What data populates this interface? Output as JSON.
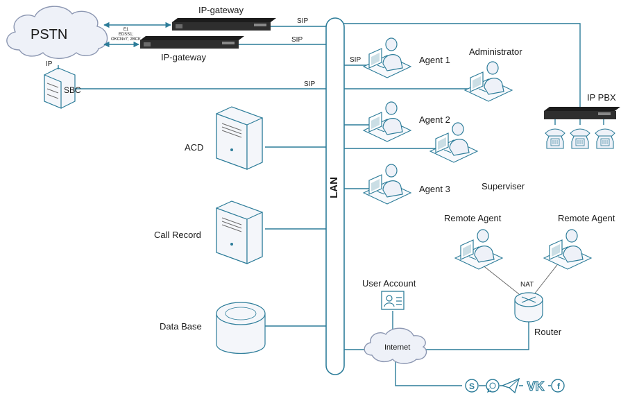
{
  "labels": {
    "pstn": "PSTN",
    "gw_top": "IP-gateway",
    "gw_bottom": "IP-gateway",
    "sip_gw_top": "SIP",
    "sip_gw_bottom": "SIP",
    "sip_sbc": "SIP",
    "sip_agent1": "SIP",
    "e1_block": "E1\nEDSS1;\nOKCN#7; 2BCK",
    "ip": "IP",
    "sbc": "SBC",
    "lan": "LAN",
    "agent1": "Agent 1",
    "agent2": "Agent 2",
    "agent3": "Agent 3",
    "administrator": "Administrator",
    "superviser": "Superviser",
    "ip_pbx": "IP PBX",
    "acd": "ACD",
    "call_record": "Call Record",
    "data_base": "Data Base",
    "user_account": "User Account",
    "internet": "Internet",
    "remote_agent_left": "Remote Agent",
    "remote_agent_right": "Remote Agent",
    "nat": "NAT",
    "router": "Router"
  },
  "icons": {
    "social": [
      "skype-icon",
      "whatsapp-icon",
      "telegram-icon",
      "vk-icon",
      "facebook-icon"
    ],
    "device": "gateway-icon",
    "phone": "phone-icon"
  },
  "colors": {
    "link": "#2c7c99",
    "cloud_fill": "#eef1f8",
    "device": "#1c1c1c"
  }
}
